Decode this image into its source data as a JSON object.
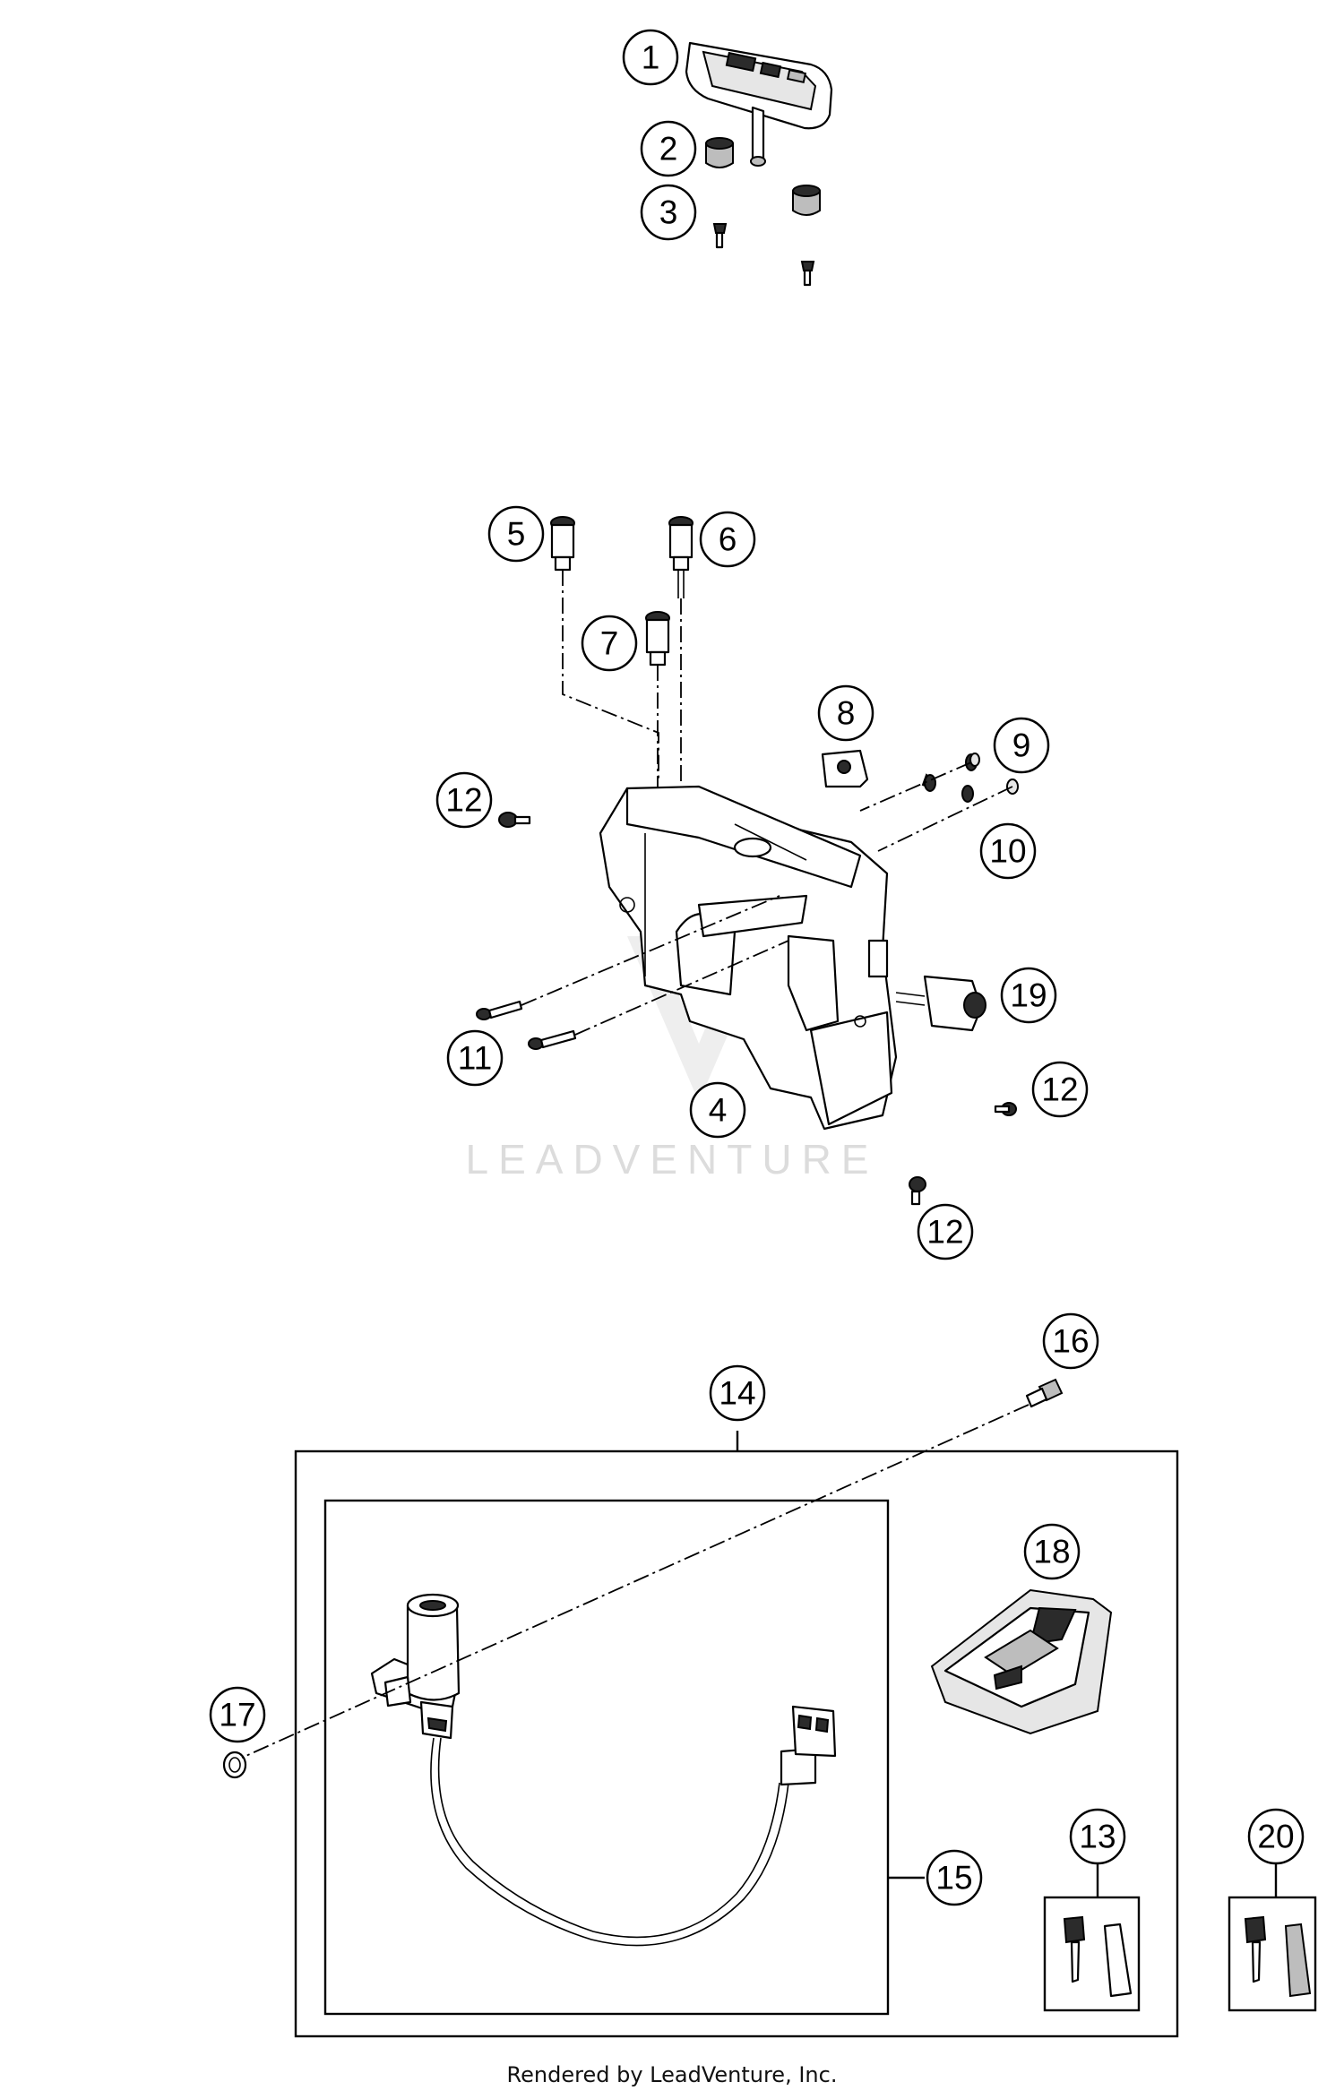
{
  "diagram": {
    "callouts": [
      {
        "id": "c1",
        "label": "1"
      },
      {
        "id": "c2",
        "label": "2"
      },
      {
        "id": "c3",
        "label": "3"
      },
      {
        "id": "c4",
        "label": "4"
      },
      {
        "id": "c5",
        "label": "5"
      },
      {
        "id": "c6",
        "label": "6"
      },
      {
        "id": "c7",
        "label": "7"
      },
      {
        "id": "c8",
        "label": "8"
      },
      {
        "id": "c9",
        "label": "9"
      },
      {
        "id": "c10",
        "label": "10"
      },
      {
        "id": "c11",
        "label": "11"
      },
      {
        "id": "c12a",
        "label": "12"
      },
      {
        "id": "c12b",
        "label": "12"
      },
      {
        "id": "c12c",
        "label": "12"
      },
      {
        "id": "c13",
        "label": "13"
      },
      {
        "id": "c14",
        "label": "14"
      },
      {
        "id": "c15",
        "label": "15"
      },
      {
        "id": "c16",
        "label": "16"
      },
      {
        "id": "c17",
        "label": "17"
      },
      {
        "id": "c18",
        "label": "18"
      },
      {
        "id": "c19",
        "label": "19"
      },
      {
        "id": "c20",
        "label": "20"
      }
    ],
    "watermark": "LEADVENTURE",
    "footer": "Rendered by LeadVenture, Inc."
  }
}
